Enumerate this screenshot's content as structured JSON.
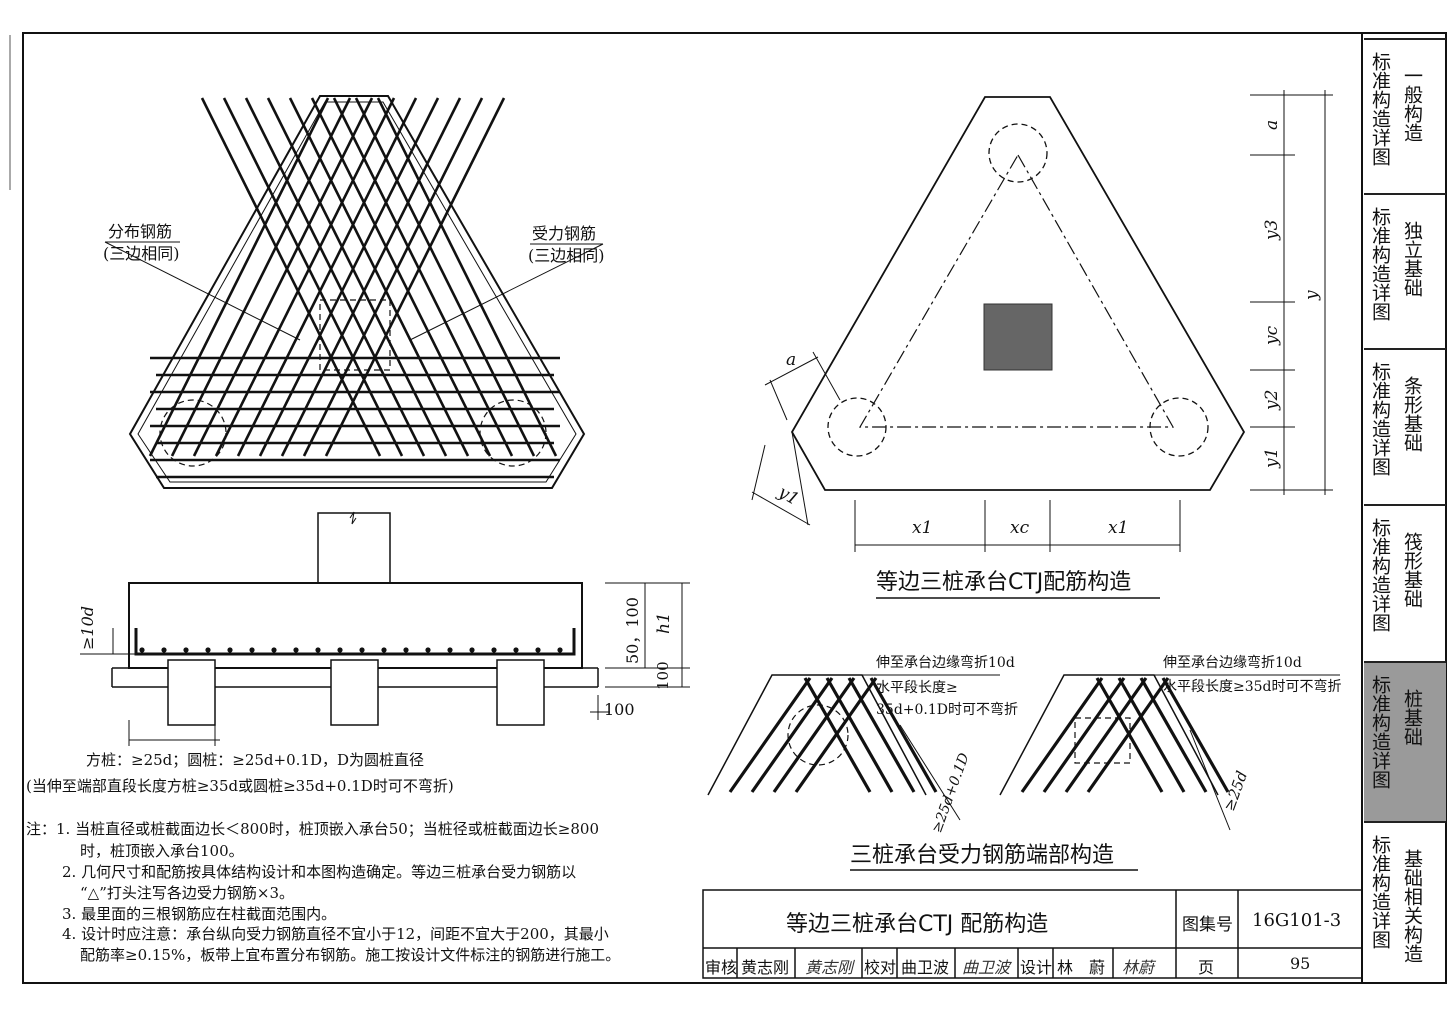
{
  "plan_left": {
    "label_distribution": "分布钢筋",
    "label_distribution_note": "(三边相同)",
    "label_main": "受力钢筋",
    "label_main_note": "(三边相同)"
  },
  "section": {
    "dim_10d": "≥10d",
    "dim_50_100": "50，100",
    "dim_h1": "h1",
    "dim_50": "50",
    "dim_100a": "100",
    "dim_100b": "100",
    "embed_line1": "方桩：≥25d；圆桩：≥25d+0.1D，D为圆桩直径",
    "embed_line2": "(当伸至端部直段长度方桩≥35d或圆桩≥35d+0.1D时可不弯折)"
  },
  "plan_right": {
    "dim_a_left": "a",
    "dim_y1_left": "y1",
    "dim_x1_left": "x1",
    "dim_xc": "xc",
    "dim_x1_right": "x1",
    "dim_a_right": "a",
    "dim_y3": "y3",
    "dim_y": "y",
    "dim_yc": "yc",
    "dim_y2": "y2",
    "dim_y1_right": "y1",
    "title": "等边三桩承台CTJ配筋构造"
  },
  "end_detail": {
    "left_note1": "伸至承台边缘弯折10d",
    "left_note2": "水平段长度≥",
    "left_note3": "35d+0.1D时可不弯折",
    "left_dim": "≥25d+0.1D",
    "right_note1": "伸至承台边缘弯折10d",
    "right_note2": "水平段长度≥35d时可不弯折",
    "right_dim": "≥25d",
    "title": "三桩承台受力钢筋端部构造"
  },
  "notes": [
    "注：1. 当桩直径或桩截面边长＜800时，桩顶嵌入承台50；当桩径或桩截面边长≥800",
    "时，桩顶嵌入承台100。",
    "2. 几何尺寸和配筋按具体结构设计和本图构造确定。等边三桩承台受力钢筋以",
    "“△”打头注写各边受力钢筋×3。",
    "3. 最里面的三根钢筋应在柱截面范围内。",
    "4. 设计时应注意：承台纵向受力钢筋直径不宜小于12，间距不宜大于200，其最小",
    "配筋率≥0.15%，板带上宜布置分布钢筋。施工按设计文件标注的钢筋进行施工。"
  ],
  "title_block": {
    "drawing_title": "等边三桩承台CTJ 配筋构造",
    "atlas_label": "图集号",
    "atlas_no": "16G101-3",
    "review_label": "审核",
    "reviewer": "黄志刚",
    "reviewer_sig": "黄志刚",
    "check_label": "校对",
    "checker": "曲卫波",
    "checker_sig": "曲卫波",
    "design_label": "设计",
    "designer": "林　蔚",
    "designer_sig": "林蔚",
    "page_label": "页",
    "page_no": "95"
  },
  "side_tabs": [
    {
      "c1": "标准构造详图",
      "c2": "一般构造",
      "active": false
    },
    {
      "c1": "标准构造详图",
      "c2": "独立基础",
      "active": false
    },
    {
      "c1": "标准构造详图",
      "c2": "条形基础",
      "active": false
    },
    {
      "c1": "标准构造详图",
      "c2": "筏形基础",
      "active": false
    },
    {
      "c1": "标准构造详图",
      "c2": "桩基础",
      "active": true
    },
    {
      "c1": "标准构造详图",
      "c2": "基础相关构造",
      "active": false
    }
  ]
}
